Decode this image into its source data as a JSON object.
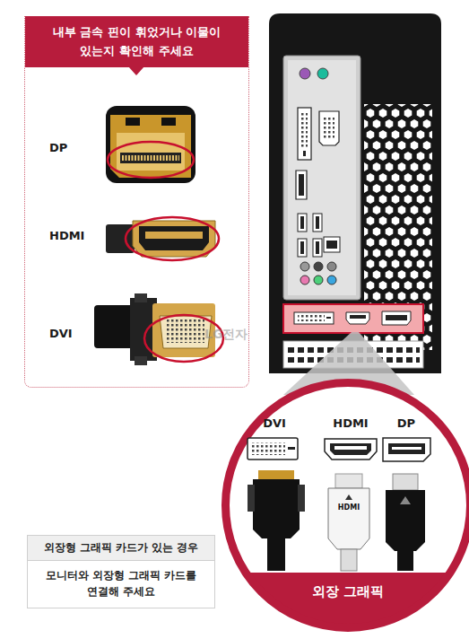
{
  "diagram": {
    "nodes": [
      {
        "text": [
          "내부 금속 핀이 휘었거나 이물이 있는지 확인해 주세요"
        ]
      },
      {
        "text": [
          "외장 그래픽"
        ]
      },
      {
        "text": [
          "외장형 그래픽 카드가 있는 경우",
          "모니터와 외장형 그래픽 카드를 연결해 주세요"
        ]
      }
    ],
    "labels": [
      "DP",
      "HDMI",
      "DVI",
      "LG전자",
      "DVI",
      "HDMI",
      "DP",
      "HDMI"
    ]
  }
}
